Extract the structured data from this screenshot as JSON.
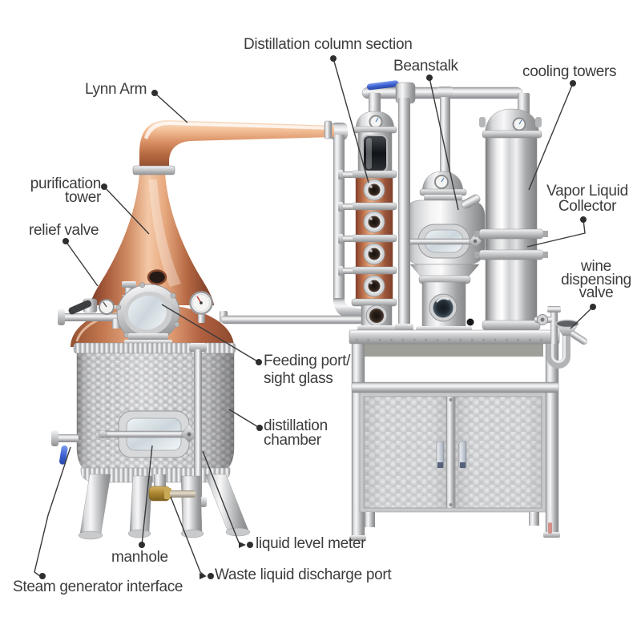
{
  "title": "Copper distillation equipment with annotated parts",
  "colors": {
    "background": "#ffffff",
    "label_text": "#3c3c3c",
    "leader_line": "#3a3a3a",
    "copper_light": "#f4c8a6",
    "copper_mid": "#cf8a61",
    "copper_dark": "#7c3e29",
    "stainless_light": "#f5f5f6",
    "stainless_mid": "#c9cacc",
    "stainless_dark": "#8e8f91",
    "valve_handle_blue": "#3f63d2",
    "brass_valve": "#a8842f",
    "dark_glass": "#16100c"
  },
  "labels": {
    "distillation_column_section": {
      "lines": [
        "Distillation column section"
      ]
    },
    "beanstalk": {
      "lines": [
        "Beanstalk"
      ]
    },
    "cooling_towers": {
      "lines": [
        "cooling towers"
      ]
    },
    "lynn_arm": {
      "lines": [
        "Lynn Arm"
      ]
    },
    "purification_tower": {
      "lines": [
        "purification",
        "tower"
      ]
    },
    "relief_valve": {
      "lines": [
        "relief valve"
      ]
    },
    "vapor_liquid_collector": {
      "lines": [
        "Vapor Liquid",
        "Collector"
      ]
    },
    "wine_dispensing_valve": {
      "lines": [
        "wine",
        "dispensing",
        "valve"
      ]
    },
    "feeding_port_sight_glass": {
      "lines": [
        "Feeding port/",
        "sight glass"
      ]
    },
    "distillation_chamber": {
      "lines": [
        "distillation",
        "chamber"
      ]
    },
    "liquid_level_meter": {
      "lines": [
        "liquid level meter"
      ]
    },
    "manhole": {
      "lines": [
        "manhole"
      ]
    },
    "waste_liquid_discharge_port": {
      "lines": [
        "Waste liquid discharge port"
      ]
    },
    "steam_generator_interface": {
      "lines": [
        "Steam generator interface"
      ]
    }
  }
}
